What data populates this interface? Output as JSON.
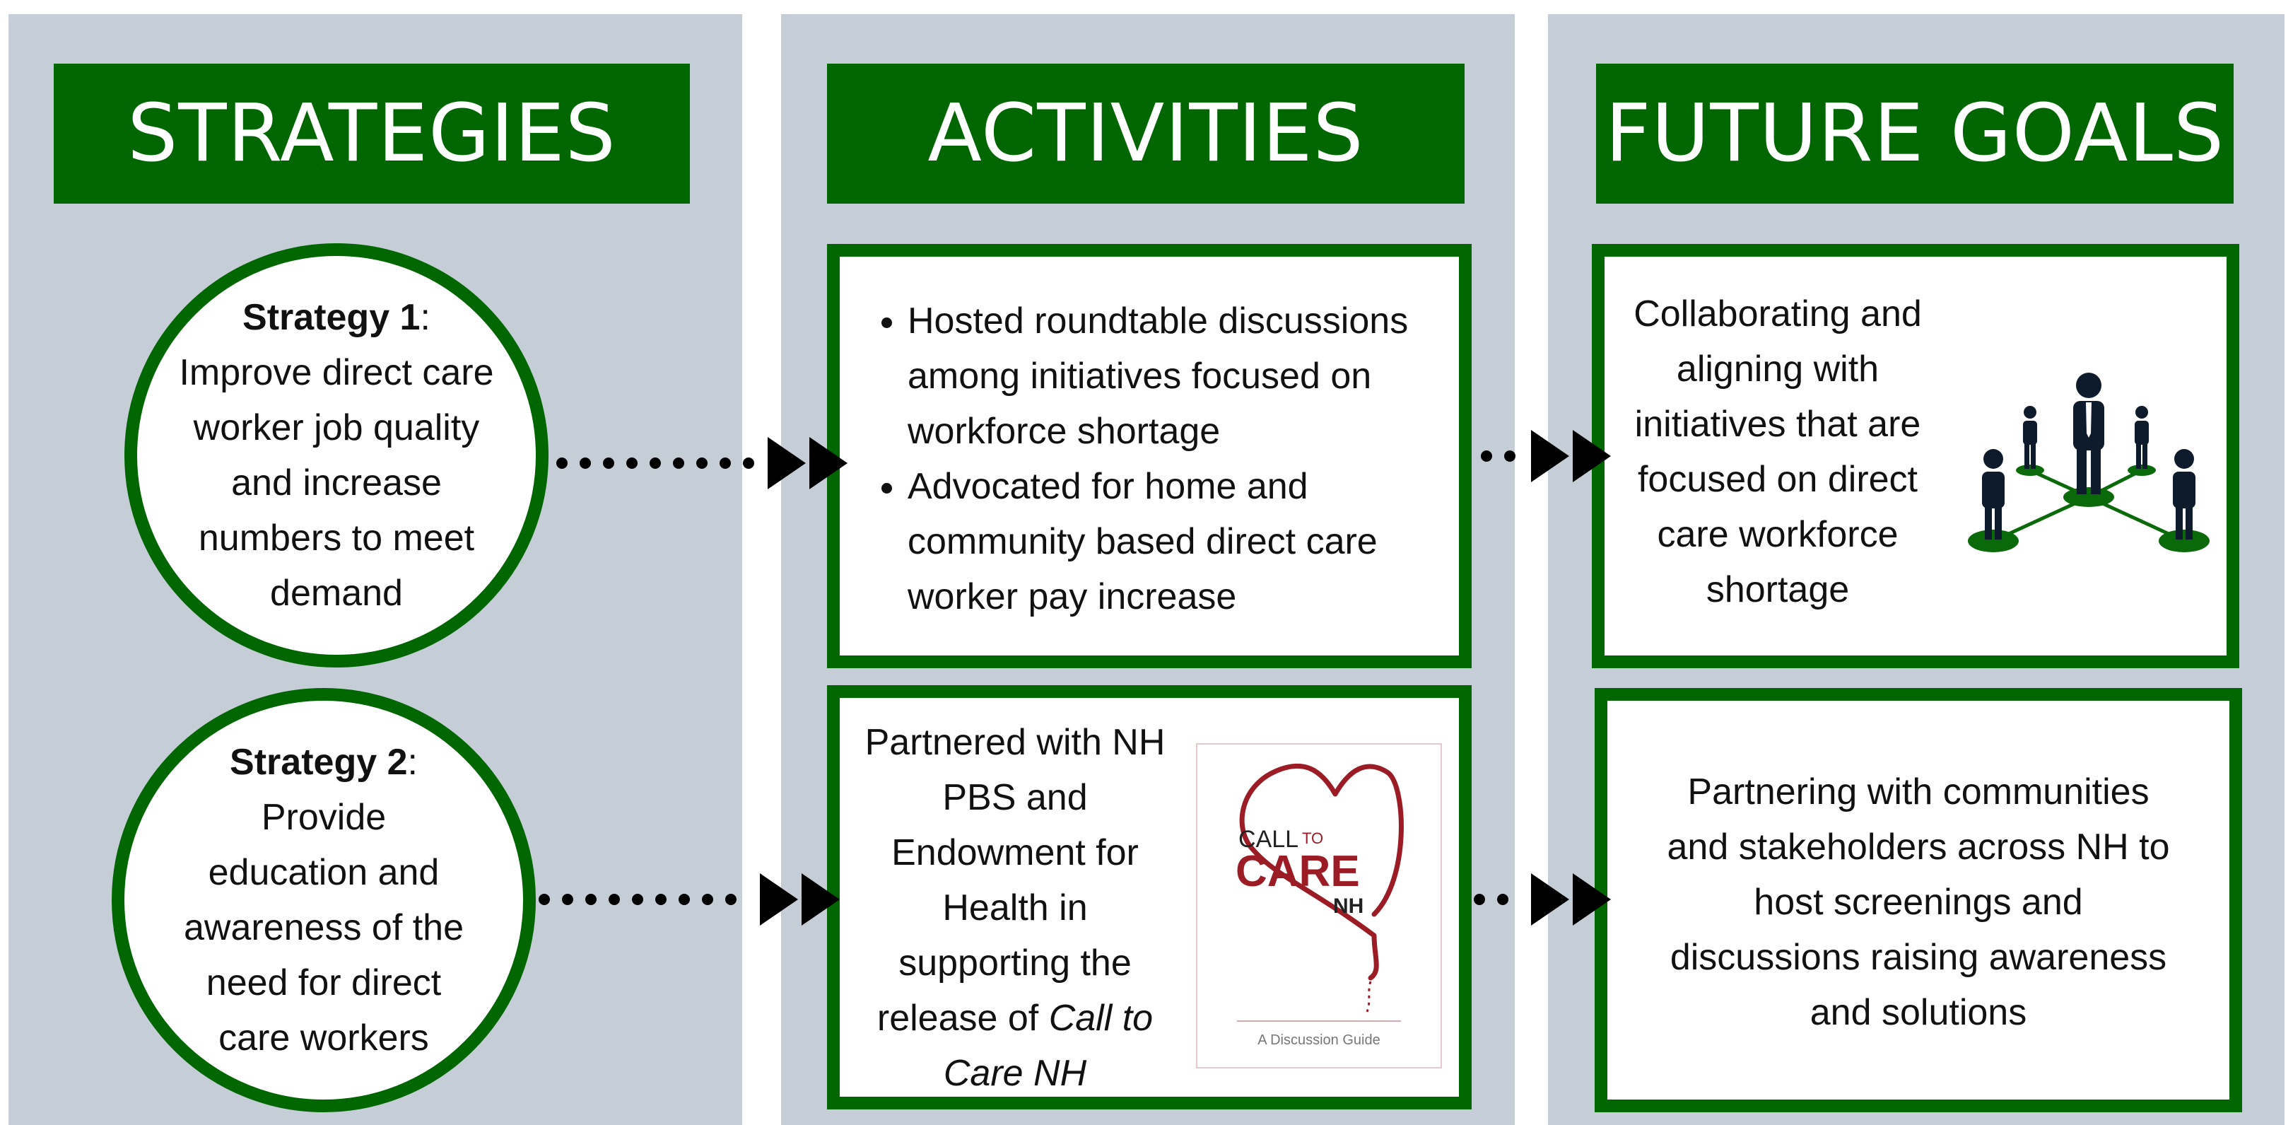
{
  "headers": {
    "strategies": "STRATEGIES",
    "activities": "ACTIVITIES",
    "future_goals": "FUTURE GOALS"
  },
  "strategy1": {
    "label": "Strategy 1",
    "punct": ":",
    "lines": [
      "Improve direct care",
      "worker job quality",
      "and increase",
      "numbers to meet",
      "demand"
    ]
  },
  "strategy2": {
    "label": "Strategy 2",
    "punct": ":",
    "lines": [
      "Provide",
      "education and",
      "awareness of the",
      "need for direct",
      "care workers"
    ]
  },
  "activity1": {
    "bullets": [
      "Hosted roundtable discussions among initiatives focused on workforce shortage",
      "Advocated for home and community based direct care worker pay increase"
    ]
  },
  "activity2": {
    "lines": [
      "Partnered with NH",
      "PBS and",
      "Endowment for",
      "Health in",
      "supporting the"
    ],
    "release_prefix": "release of ",
    "release_italic_1": "Call to",
    "release_italic_2": "Care NH",
    "guide": {
      "logo_call": "CALL",
      "logo_to": "TO",
      "logo_care": "CARE",
      "logo_nh": "NH",
      "subtitle": "A Discussion Guide"
    }
  },
  "goal1": {
    "lines": [
      "Collaborating and",
      "aligning with",
      "initiatives that are",
      "focused on direct",
      "care workforce",
      "shortage"
    ]
  },
  "goal2": {
    "lines": [
      "Partnering with communities",
      "and stakeholders across NH to",
      "host screenings and",
      "discussions raising awareness",
      "and solutions"
    ]
  },
  "colors": {
    "green": "#006600",
    "panel": "#c5ced7",
    "logo_red": "#9b1c24",
    "figure": "#0e1b2c"
  },
  "icons": [
    "arrow-connector-icon",
    "network-people-icon",
    "heart-logo-icon"
  ]
}
